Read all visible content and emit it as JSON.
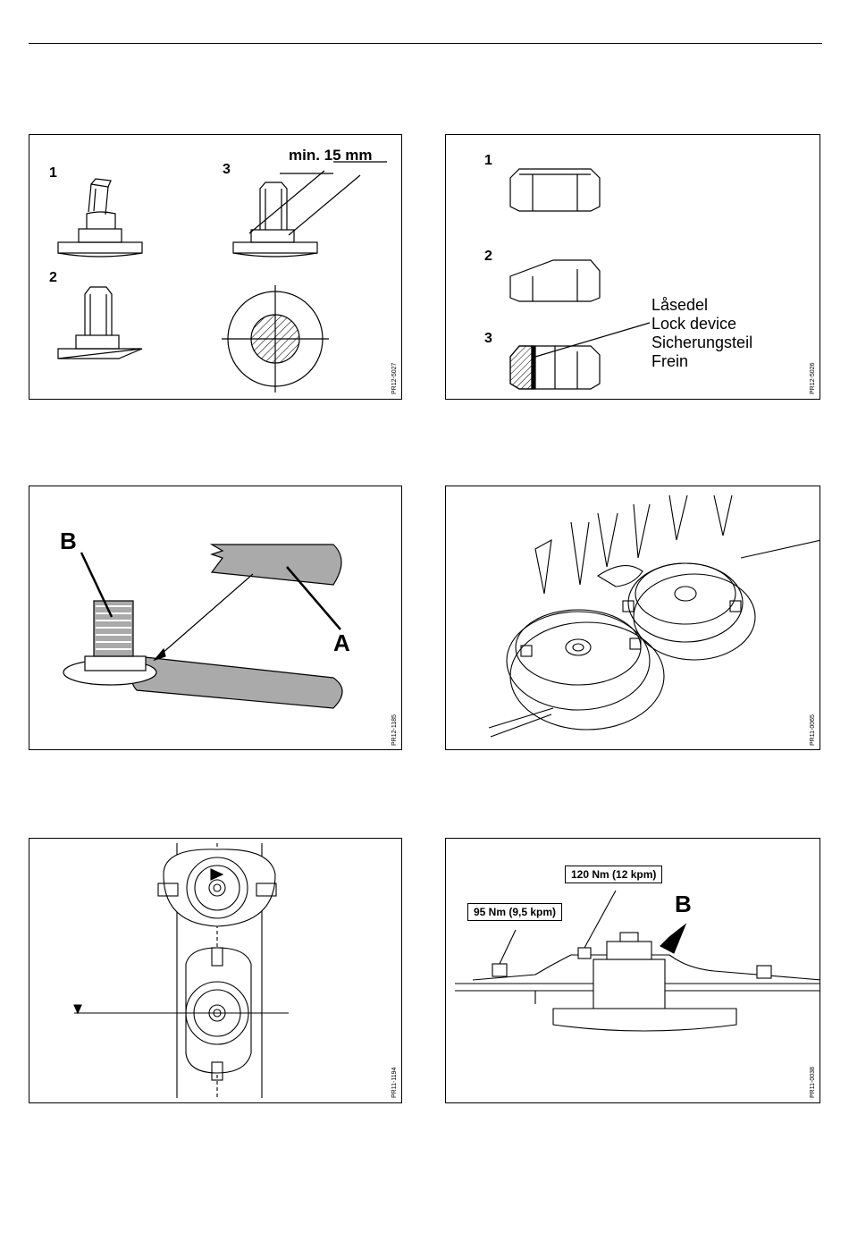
{
  "figures": [
    {
      "id": "fig1",
      "code": "PR12-5027",
      "labels": {
        "n1": "1",
        "n2": "2",
        "n3": "3",
        "dim": "min. 15 mm"
      }
    },
    {
      "id": "fig2",
      "code": "PR12-5026",
      "labels": {
        "n1": "1",
        "n2": "2",
        "n3": "3"
      },
      "lock_device_terms": [
        "Låsedel",
        "Lock device",
        "Sicherungsteil",
        "Frein"
      ]
    },
    {
      "id": "fig3",
      "code": "PR12-1185",
      "labels": {
        "a": "A",
        "b": "B"
      }
    },
    {
      "id": "fig4",
      "code": "PR11-0065"
    },
    {
      "id": "fig5",
      "code": "PR11-1194"
    },
    {
      "id": "fig6",
      "code": "PR11-0038",
      "labels": {
        "torque1": "120 Nm (12 kpm)",
        "torque2": "95 Nm (9,5 kpm)",
        "b": "B"
      }
    }
  ]
}
